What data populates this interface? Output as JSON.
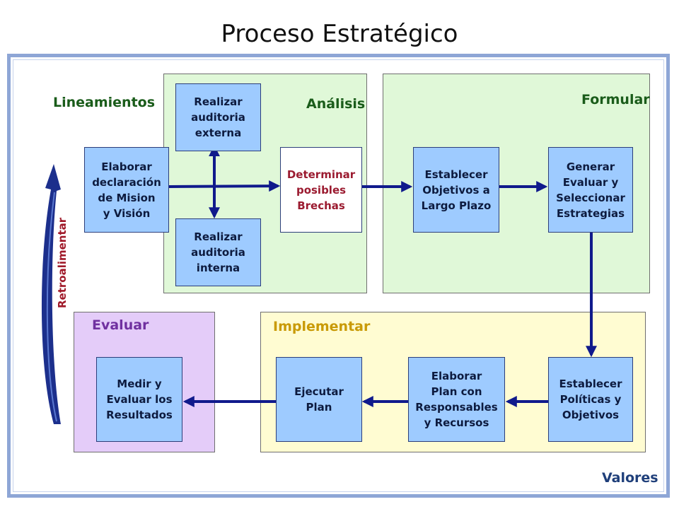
{
  "title": "Proceso Estratégico",
  "stages": {
    "lineamientos": "Lineamientos",
    "analisis": "Análisis",
    "formular": "Formular",
    "evaluar": "Evaluar",
    "implementar": "Implementar",
    "valores": "Valores",
    "retroalimentar": "Retroalimentar"
  },
  "boxes": {
    "mision": "Elaborar\ndeclaración\nde Mision\ny Visión",
    "externa": "Realizar\nauditoria\nexterna",
    "interna": "Realizar\nauditoria\ninterna",
    "brechas": "Determinar\nposibles\nBrechas",
    "objetivos": "Establecer\nObjetivos a\nLargo Plazo",
    "estrategias": "Generar\nEvaluar y\nSeleccionar\nEstrategias",
    "politicas": "Establecer\nPolíticas y\nObjetivos",
    "plan": "Elaborar\nPlan con\nResponsables\ny Recursos",
    "ejecutar": "Ejecutar\nPlan",
    "medir": "Medir y\nEvaluar los\nResultados"
  },
  "colors": {
    "lineamientos": "#1a5c1a",
    "analisis": "#1a5c1a",
    "formular": "#1a5c1a",
    "evaluar": "#7030a0",
    "implementar": "#c99a06",
    "valores": "#1f3f7a",
    "retroalimentar": "#a01a2a",
    "arrow": "#101a8c"
  }
}
